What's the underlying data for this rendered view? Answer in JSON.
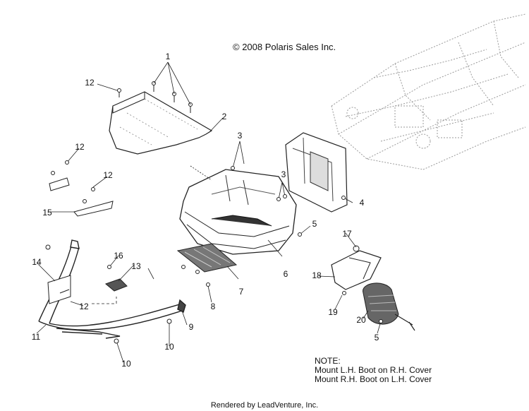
{
  "copyright": "© 2008 Polaris Sales Inc.",
  "callouts": [
    "1",
    "12",
    "2",
    "3",
    "12",
    "12",
    "3",
    "4",
    "15",
    "5",
    "17",
    "16",
    "14",
    "13",
    "6",
    "18",
    "7",
    "12",
    "8",
    "19",
    "20",
    "9",
    "11",
    "5",
    "10",
    "10"
  ],
  "note": {
    "title": "NOTE:",
    "lines": [
      "Mount L.H. Boot on R.H. Cover",
      "Mount R.H. Boot on L.H. Cover"
    ]
  },
  "footer": "Rendered by LeadVenture, Inc."
}
